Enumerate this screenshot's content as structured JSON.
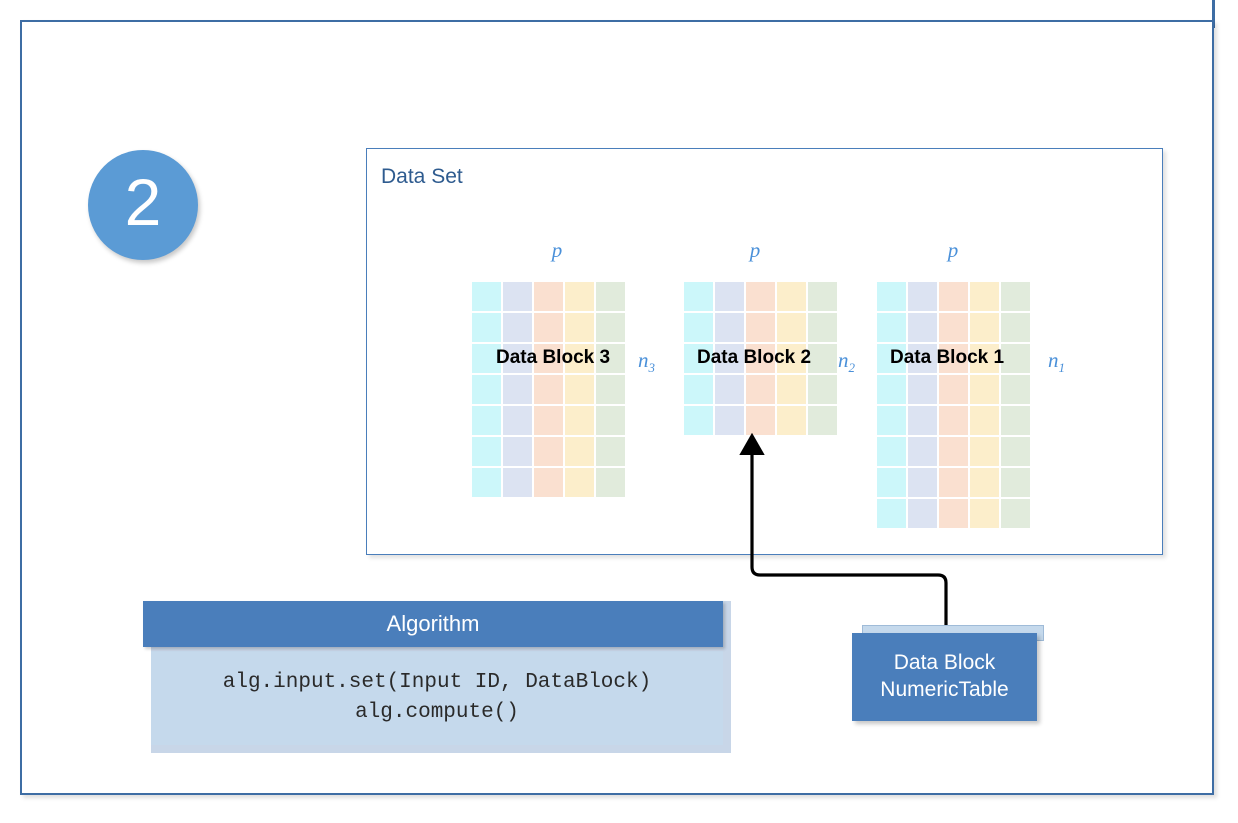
{
  "step": {
    "number": "2"
  },
  "dataset_panel": {
    "title": "Data Set",
    "column_header": "p",
    "columns": 5,
    "column_colors": [
      "#CCF7FA",
      "#DCE3F2",
      "#FAE0D0",
      "#FCEECB",
      "#E1EBDC"
    ],
    "blocks": [
      {
        "name": "Data Block 3",
        "row_label": "n",
        "row_label_sub": "3",
        "col_header": "p",
        "rows": 7,
        "cols": 5
      },
      {
        "name": "Data Block 2",
        "row_label": "n",
        "row_label_sub": "2",
        "col_header": "p",
        "rows": 5,
        "cols": 5
      },
      {
        "name": "Data Block 1",
        "row_label": "n",
        "row_label_sub": "1",
        "col_header": "p",
        "rows": 8,
        "cols": 5
      }
    ]
  },
  "algorithm": {
    "title": "Algorithm",
    "code_line_1": "alg.input.set(Input ID, DataBlock)",
    "code_line_2": "alg.compute()"
  },
  "numeric_table": {
    "line_1": "Data Block",
    "line_2": "NumericTable"
  },
  "colors": {
    "frame_border": "#3E6DA4",
    "accent_blue": "#4A7EBB",
    "badge_blue": "#5B9BD5",
    "title_blue": "#2E5B8F",
    "label_blue": "#4A90D9",
    "panel_fill_light": "#C5D9EC",
    "arrow": "#000000"
  }
}
